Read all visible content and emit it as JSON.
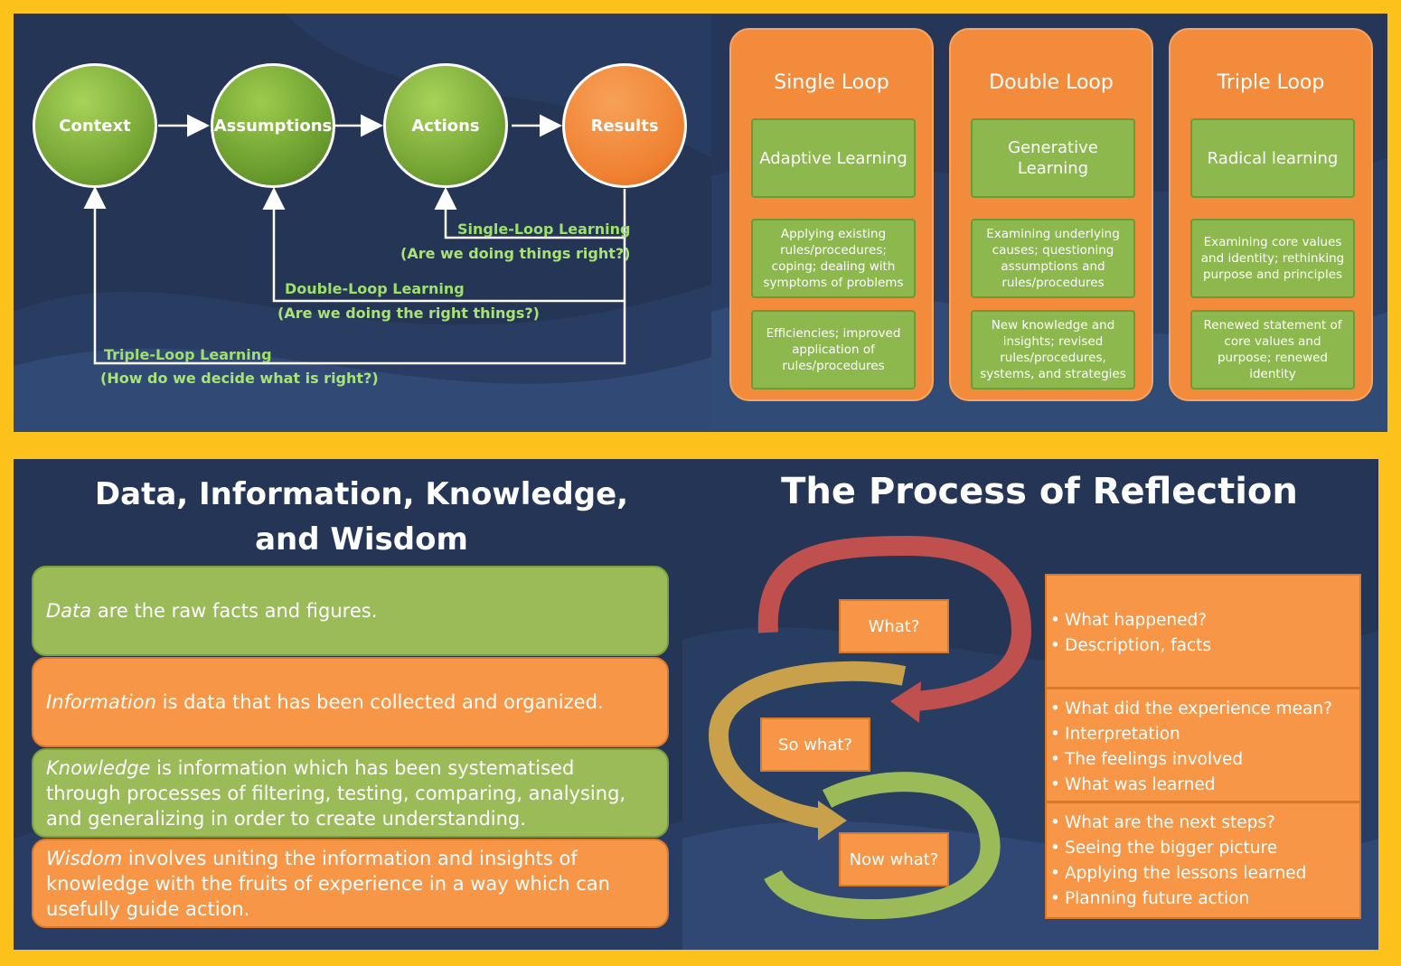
{
  "loop_diagram": {
    "nodes": [
      "Context",
      "Assumptions",
      "Actions",
      "Results"
    ],
    "loops": [
      {
        "label": "Single-Loop Learning",
        "question": "(Are we doing things right?)"
      },
      {
        "label": "Double-Loop Learning",
        "question": "(Are we doing the right things?)"
      },
      {
        "label": "Triple-Loop Learning",
        "question": "(How do we decide what is right?)"
      }
    ]
  },
  "loop_columns": [
    {
      "title": "Single Loop",
      "head": "Adaptive Learning",
      "middle": "Applying existing rules/procedures; coping; dealing with symptoms of problems",
      "bottom": "Efficiencies; improved application of rules/procedures"
    },
    {
      "title": "Double Loop",
      "head": "Generative Learning",
      "middle": "Examining underlying causes; questioning assumptions and rules/procedures",
      "bottom": "New knowledge and insights; revised rules/procedures, systems, and strategies"
    },
    {
      "title": "Triple Loop",
      "head": "Radical learning",
      "middle": "Examining core values and identity; rethinking purpose and principles",
      "bottom": "Renewed statement of core values and purpose; renewed identity"
    }
  ],
  "dikw": {
    "title_line1": "Data, Information, Knowledge,",
    "title_line2": "and Wisdom",
    "items": [
      {
        "term": "Data",
        "text": " are the raw facts and figures."
      },
      {
        "term": "Information",
        "text": " is data that has been collected and organized."
      },
      {
        "term": "Knowledge",
        "text": " is information which has been systematised through processes of filtering, testing, comparing, analysing, and generalizing in order to create understanding."
      },
      {
        "term": "Wisdom",
        "text": " involves uniting the information and insights of knowledge with the fruits of experience in a way which can usefully guide action."
      }
    ]
  },
  "reflection": {
    "title": "The Process of Reflection",
    "stages": [
      "What?",
      "So what?",
      "Now what?"
    ],
    "groups": [
      [
        "What happened?",
        "Description, facts"
      ],
      [
        "What did the experience mean?",
        "Interpretation",
        "The feelings involved",
        "What was learned"
      ],
      [
        "What are the next steps?",
        "Seeing the bigger picture",
        "Applying the lessons learned",
        "Planning future action"
      ]
    ]
  },
  "colors": {
    "frame": "#FCC21B",
    "slide_bg": "#243556",
    "green": "#9BBB59",
    "orange": "#F79646",
    "red_arrow": "#C0504D",
    "gold_arrow": "#C9A14A",
    "loop_text": "#9EE06A"
  }
}
